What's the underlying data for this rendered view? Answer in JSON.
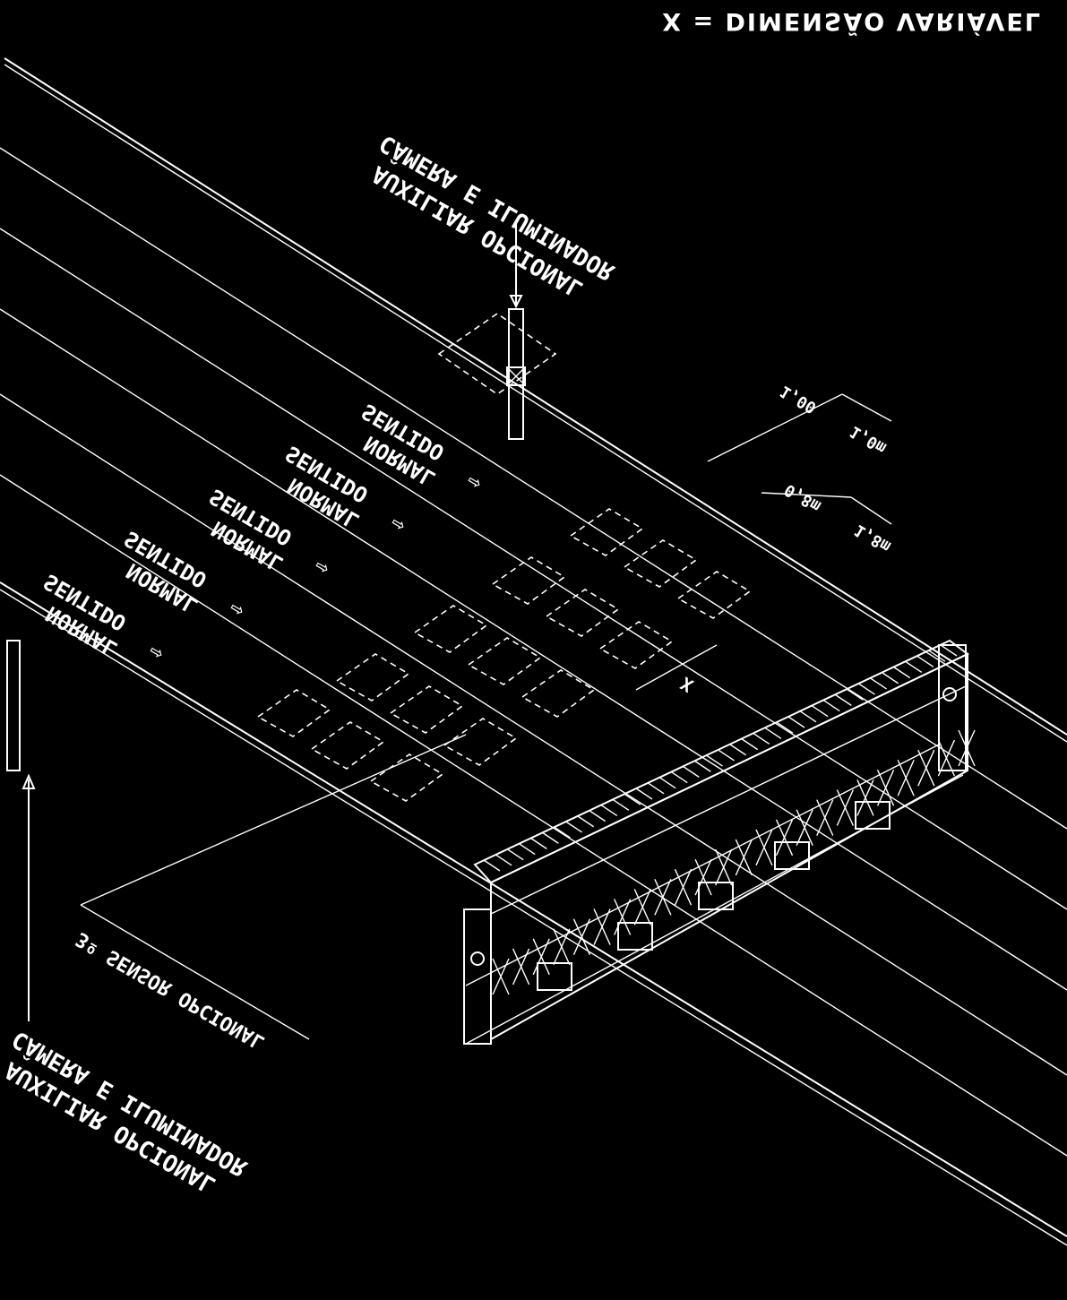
{
  "legend": "X = DIMENSÃO VARIÁVEL",
  "top_label_line1": "CÂMERA E ILUMINADOR",
  "top_label_line2": "AUXILIAR OPCIONAL",
  "bottom_label_line1": "CÂMERA E ILUMINADOR",
  "bottom_label_line2": "AUXILIAR OPCIONAL",
  "sensor_label": "3º SENSOR OPCIONAL",
  "lanes": [
    {
      "line1": "SENTIDO",
      "line2": "NORMAL",
      "arrow": "⇨"
    },
    {
      "line1": "SENTIDO",
      "line2": "NORMAL",
      "arrow": "⇨"
    },
    {
      "line1": "SENTIDO",
      "line2": "NORMAL",
      "arrow": "⇨"
    },
    {
      "line1": "SENTIDO",
      "line2": "NORMAL",
      "arrow": "⇨"
    },
    {
      "line1": "SENTIDO",
      "line2": "NORMAL",
      "arrow": "⇨"
    }
  ],
  "dimensions": {
    "upper_a": "1,00",
    "upper_b": "1,0m",
    "lower_a": "0,8m",
    "lower_b": "1,8m",
    "x_mark": "X"
  }
}
